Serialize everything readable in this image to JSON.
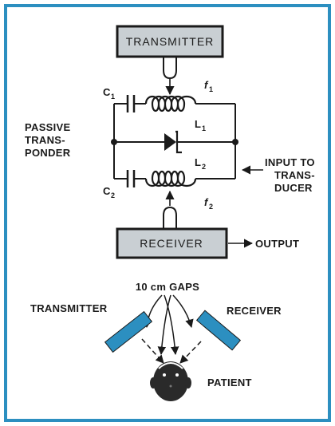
{
  "colors": {
    "frame": "#2c8fc0",
    "box_fill": "#c9cfd3",
    "box_stroke": "#1a1a1a",
    "antenna": "#2c8fc0",
    "ink": "#1a1a1a"
  },
  "circuit": {
    "transmitter_label": "TRANSMITTER",
    "receiver_label": "RECEIVER",
    "output_label": "OUTPUT",
    "capacitor_1": {
      "letter": "C",
      "subscript": "1"
    },
    "capacitor_2": {
      "letter": "C",
      "subscript": "2"
    },
    "inductor_1": {
      "letter": "L",
      "subscript": "1"
    },
    "inductor_2": {
      "letter": "L",
      "subscript": "2"
    },
    "frequency_1": {
      "letter": "f",
      "subscript": "1"
    },
    "frequency_2": {
      "letter": "f",
      "subscript": "2"
    },
    "transponder_lines": [
      "PASSIVE",
      "TRANS-",
      "PONDER"
    ],
    "input_lines": [
      "INPUT TO",
      "TRANS-",
      "DUCER"
    ]
  },
  "setup": {
    "gaps_label": "10 cm GAPS",
    "transmitter_label": "TRANSMITTER",
    "receiver_label": "RECEIVER",
    "patient_label": "PATIENT"
  }
}
